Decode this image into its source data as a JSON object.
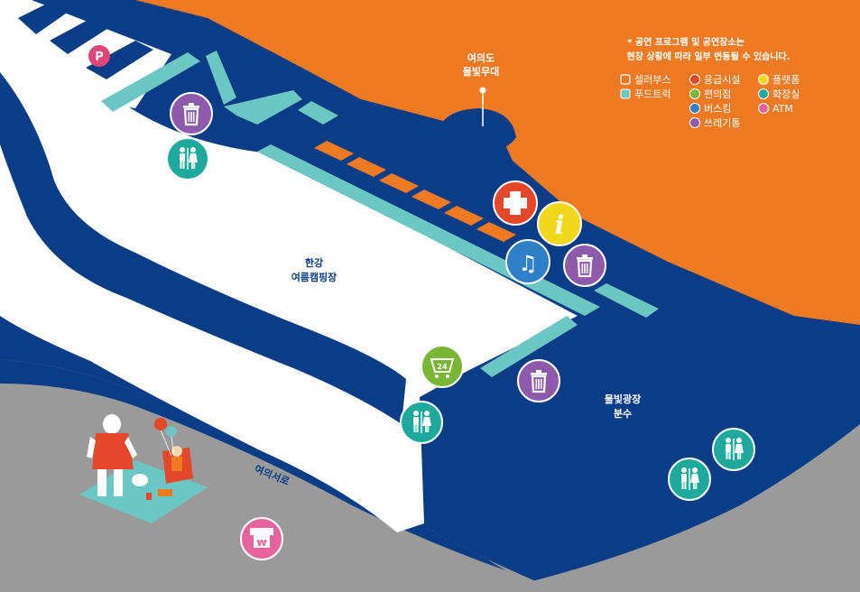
{
  "map": {
    "labels": {
      "stage": [
        "여의도",
        "물빛무대"
      ],
      "camping": [
        "한강",
        "여름캠핑장"
      ],
      "fountain": [
        "물빛광장",
        "분수"
      ],
      "road": "여의서로"
    },
    "notice": [
      "* 공연 프로그램 및 공연장소는",
      "현장 상황에 따라 일부 변동될 수 있습니다."
    ],
    "legend": [
      {
        "label": "셀러부스",
        "icon": "seller-booth-icon"
      },
      {
        "label": "푸드트럭",
        "icon": "food-truck-icon"
      },
      {
        "label": "응급시설",
        "icon": "first-aid-icon"
      },
      {
        "label": "편의점",
        "icon": "convenience-store-icon"
      },
      {
        "label": "버스킹",
        "icon": "busking-icon"
      },
      {
        "label": "쓰레기통",
        "icon": "trash-icon"
      },
      {
        "label": "플랫폼",
        "icon": "info-icon"
      },
      {
        "label": "화장실",
        "icon": "restroom-icon"
      },
      {
        "label": "ATM",
        "icon": "atm-icon"
      }
    ],
    "colors": {
      "water": "#0a3d85",
      "land_orange": "#ee7a23",
      "road_gray": "#9a9a9a",
      "food_truck": "#6cc6c3",
      "seller_booth": "#ee7a23",
      "first_aid": "#e5472a",
      "info": "#f2d81c",
      "busking": "#2f80c6",
      "trash": "#8e5aaa",
      "restroom": "#1fa89c",
      "convenience": "#7bb535",
      "atm": "#e5649e",
      "parking": "#e0457a"
    },
    "icon_glyphs": {
      "parking": "P",
      "info": "i",
      "atm": "₩",
      "convenience": "24"
    }
  }
}
